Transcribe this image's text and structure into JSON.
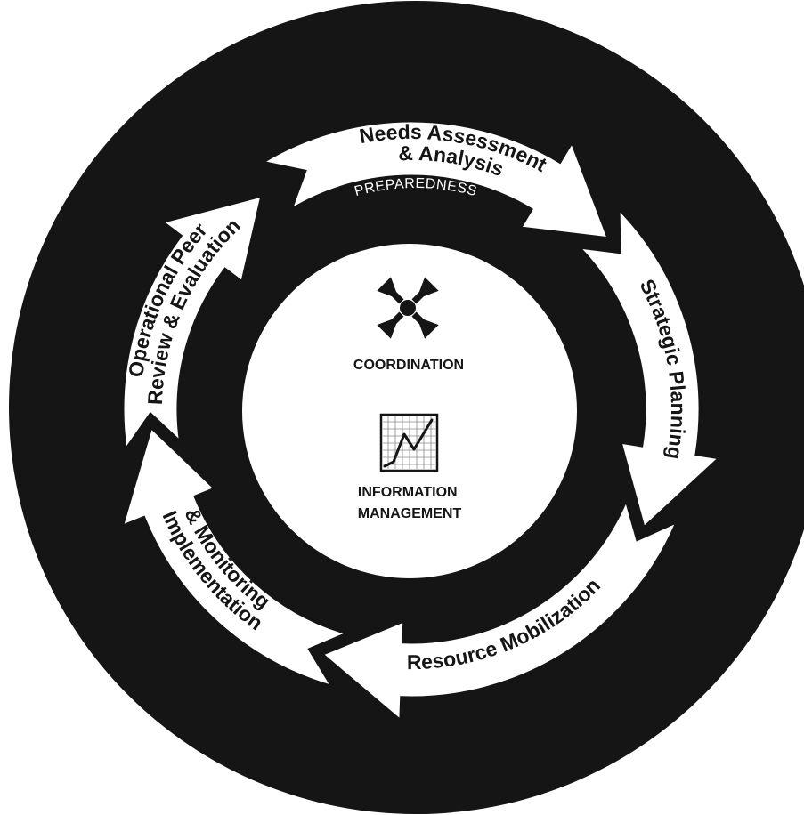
{
  "outer_ring_label": "PREPAREDNESS",
  "cycle_stages": [
    {
      "lines": [
        "Needs Assessment",
        "& Analysis"
      ]
    },
    {
      "lines": [
        "Strategic Planning"
      ]
    },
    {
      "lines": [
        "Resource Mobilization"
      ]
    },
    {
      "lines": [
        "Implementation",
        "& Monitoring"
      ]
    },
    {
      "lines": [
        "Operational Peer",
        "Review & Evaluation"
      ]
    }
  ],
  "center": {
    "coordination_label": "COORDINATION",
    "coordination_icon": "converging-arrows-icon",
    "information_label_line1": "INFORMATION",
    "information_label_line2": "MANAGEMENT",
    "information_icon": "line-graph-icon"
  },
  "colors": {
    "ring": "#151515",
    "arrow_fill": "#ffffff",
    "text_dark": "#151515",
    "text_light": "#ffffff"
  }
}
